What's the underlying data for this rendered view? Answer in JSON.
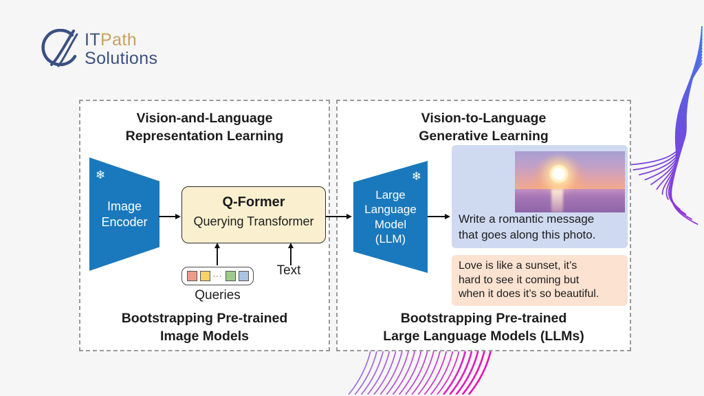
{
  "logo": {
    "it": "IT",
    "path": "Path",
    "solutions": "Solutions",
    "navy": "#3b5080",
    "gold": "#c7a15c"
  },
  "icons": {
    "snowflake": "❄"
  },
  "panels": {
    "left": {
      "title_line1": "Vision-and-Language",
      "title_line2": "Representation Learning",
      "image_encoder": {
        "line1": "Image",
        "line2": "Encoder"
      },
      "qformer": {
        "title": "Q-Former",
        "subtitle": "Querying Transformer"
      },
      "queries_label": "Queries",
      "dots": "···",
      "text_label": "Text",
      "query_colors": [
        "#f19a8b",
        "#f6d36b",
        "#9ecb89",
        "#abc4e4"
      ],
      "caption_line1": "Bootstrapping Pre-trained",
      "caption_line2": "Image Models"
    },
    "right": {
      "title_line1": "Vision-to-Language",
      "title_line2": "Generative Learning",
      "llm": {
        "line1": "Large",
        "line2": "Language",
        "line3": "Model",
        "line4": "(LLM)"
      },
      "prompt": {
        "line1": "Write a romantic message",
        "line2": "that goes along this photo."
      },
      "response": {
        "line1": "Love is like a sunset, it’s",
        "line2": "hard to see it coming but",
        "line3": "when it does it’s so beautiful."
      },
      "caption_line1": "Bootstrapping Pre-trained",
      "caption_line2": "Large Language Models (LLMs)"
    }
  },
  "colors": {
    "background": "#f6f6f7",
    "encoder_blue": "#1a79bc",
    "qformer_cream": "#faf0d0",
    "prompt_blue": "#cfdaf1",
    "response_peach": "#fbe2d1",
    "deco_blue": "#3f7ce8",
    "deco_violet": "#6a50e0",
    "deco_purple": "#9b2fd6",
    "deco_line_from": "#9a6fe2",
    "deco_line_to": "#e812b4"
  }
}
